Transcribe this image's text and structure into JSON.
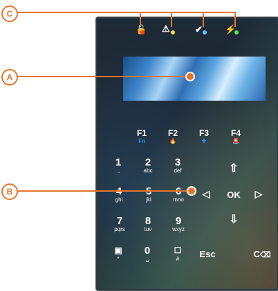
{
  "callouts": {
    "a": "A",
    "b": "B",
    "c": "C"
  },
  "leds": [
    {
      "symbol": "🔓",
      "color": "#ff3b3b"
    },
    {
      "symbol": "⚠",
      "color": "#f5e23a"
    },
    {
      "symbol": "✔",
      "color": "#58c8ff"
    },
    {
      "symbol": "⚡",
      "color": "#58e858"
    }
  ],
  "function_keys": [
    {
      "label": "F1",
      "sub": "Fn"
    },
    {
      "label": "F2",
      "sub": "🔥"
    },
    {
      "label": "F3",
      "sub": "✚"
    },
    {
      "label": "F4",
      "sub": "🚨"
    }
  ],
  "keypad": {
    "k1": {
      "num": "1",
      "sub": ".,"
    },
    "k2": {
      "num": "2",
      "sub": "abc"
    },
    "k3": {
      "num": "3",
      "sub": "def"
    },
    "k4": {
      "num": "4",
      "sub": "ghi"
    },
    "k5": {
      "num": "5",
      "sub": "jkl"
    },
    "k6": {
      "num": "6",
      "sub": "mno"
    },
    "k7": {
      "num": "7",
      "sub": "pqrs"
    },
    "k8": {
      "num": "8",
      "sub": "tuv"
    },
    "k9": {
      "num": "9",
      "sub": "wxyz"
    },
    "kstar": {
      "num": "▣",
      "sub": "*"
    },
    "k0": {
      "num": "0",
      "sub": "␣"
    },
    "khash": {
      "num": "☐",
      "sub": "#"
    },
    "esc": "Esc",
    "ok": "OK",
    "c": "C",
    "c_icon": "⌫"
  },
  "nav": {
    "up": "⇧",
    "down": "⇩",
    "left": "◁",
    "right": "▷"
  }
}
